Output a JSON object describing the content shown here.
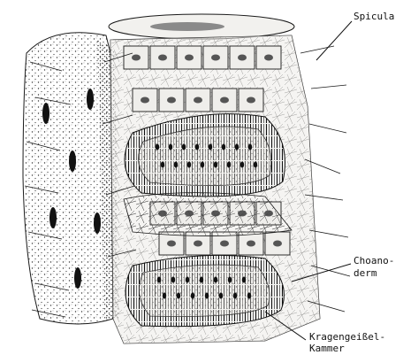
{
  "labels": {
    "spicula": "Spicula",
    "choanoderm_line1": "Choano-",
    "choanoderm_line2": "derm",
    "kammer_line1": "Kragengeißel-",
    "kammer_line2": "Kammer"
  },
  "colors": {
    "ink": "#1a1a1a",
    "background": "#ffffff",
    "cell_fill": "#ecebe8",
    "chamber_fill": "#f3f2ef",
    "outer_wall": "#e6e5e2"
  },
  "icons": [
    "sponge-wall-illustration",
    "flagellated-chamber",
    "spicule"
  ]
}
